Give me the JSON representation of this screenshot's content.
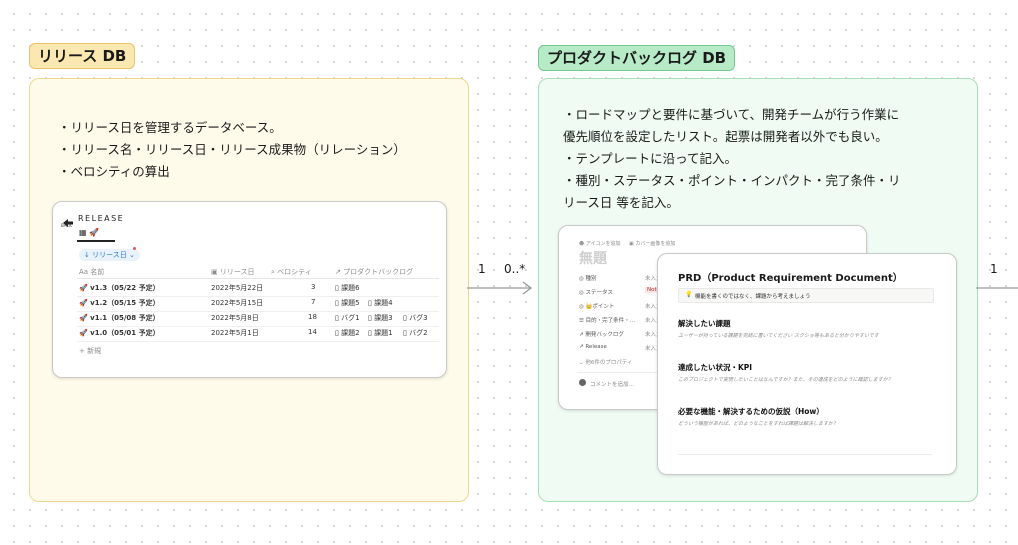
{
  "release_db": {
    "tag": "リリース DB",
    "bullets": [
      "・リリース日を管理するデータベース。",
      "・リリース名・リリース日・リリース成果物（リレーション）",
      "・ベロシティの算出"
    ],
    "card": {
      "icon_label": "BACK",
      "title": "RELEASE",
      "view_icons": "▦ 🚀",
      "filter": "↓ リリース日 ⌄",
      "columns": [
        "Aa 名前",
        "▣ リリース日",
        "⌕ ベロシティ",
        "↗ プロダクトバックログ"
      ],
      "rows": [
        {
          "name": "🚀 v1.3（05/22 予定）",
          "date": "2022年5月22日",
          "velocity": "3",
          "backlog": [
            "課題6"
          ]
        },
        {
          "name": "🚀 v1.2（05/15 予定）",
          "date": "2022年5月15日",
          "velocity": "7",
          "backlog": [
            "課題5",
            "課題4"
          ]
        },
        {
          "name": "🚀 v1.1（05/08 予定）",
          "date": "2022年5月8日",
          "velocity": "18",
          "backlog": [
            "バグ1",
            "課題3",
            "バグ3"
          ]
        },
        {
          "name": "🚀 v1.0（05/01 予定）",
          "date": "2022年5月1日",
          "velocity": "14",
          "backlog": [
            "課題2",
            "課題1",
            "バグ2"
          ]
        }
      ],
      "new_label": "+ 新規"
    }
  },
  "backlog_db": {
    "tag": "プロダクトバックログ DB",
    "bullets": [
      "・ロードマップと要件に基づいて、開発チームが行う作業に",
      "優先順位を設定したリスト。起票は開発者以外でも良い。",
      "・テンプレートに沿って記入。",
      "・種別・ステータス・ポイント・インパクト・完了条件・リ",
      "リース日 等を記入。"
    ],
    "back_card": {
      "top_actions": [
        "☻ アイコンを追加",
        "▣ カバー画像を追加"
      ],
      "title": "無題",
      "props": [
        {
          "name": "◎ 種別",
          "value": "未入力"
        },
        {
          "name": "◎ ステータス",
          "value": "Not"
        },
        {
          "name": "◎ 👑ポイント",
          "value": "未入力"
        },
        {
          "name": "☰ 目的・完了条件・…",
          "value": "未入力"
        },
        {
          "name": "↗ 開発バックログ",
          "value": "未入力"
        },
        {
          "name": "↗ Release",
          "value": "未入力"
        }
      ],
      "more": "⌄ 他6件のプロパティ",
      "comment": "コメントを追加…"
    },
    "prd_card": {
      "title": "PRD（Product Requirement Document）",
      "callout": "機能を書くのではなく、課題から考えましょう",
      "sections": [
        {
          "heading": "解決したい課題",
          "hint": "ユーザーが持っている課題を完結に書いてください スクショ等もあると分かりやすいです"
        },
        {
          "heading": "達成したい状況・KPI",
          "hint": "このプロジェクトで実現したいことはなんですか？また、その達成をどのように確認しますか？"
        },
        {
          "heading": "必要な機能・解決するための仮説（How）",
          "hint": "どういう機能があれば、どのようなことをすれば課題は解決しますか？"
        }
      ]
    }
  },
  "connectors": {
    "left_one": "1",
    "left_many": "0..*",
    "right_one": "1"
  }
}
